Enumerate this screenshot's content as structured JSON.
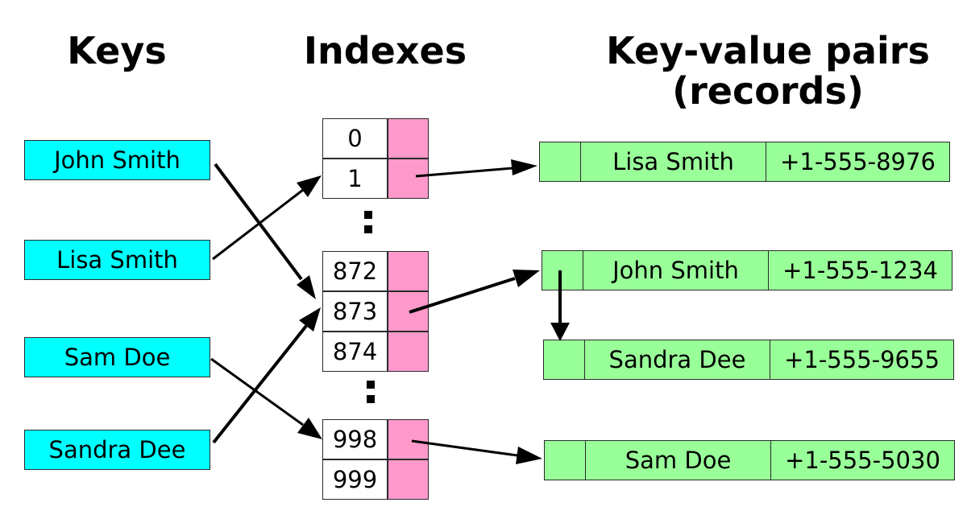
{
  "headers": {
    "keys": "Keys",
    "indexes": "Indexes",
    "pairs_line1": "Key-value pairs",
    "pairs_line2": "(records)"
  },
  "keys": [
    "John Smith",
    "Lisa Smith",
    "Sam Doe",
    "Sandra Dee"
  ],
  "index_groups": [
    [
      "0",
      "1"
    ],
    [
      "872",
      "873",
      "874"
    ],
    [
      "998",
      "999"
    ]
  ],
  "records": [
    {
      "name": "Lisa Smith",
      "phone": "+1-555-8976"
    },
    {
      "name": "John Smith",
      "phone": "+1-555-1234"
    },
    {
      "name": "Sandra Dee",
      "phone": "+1-555-9655"
    },
    {
      "name": "Sam Doe",
      "phone": "+1-555-5030"
    }
  ],
  "colors": {
    "key_box": "#00ffff",
    "index_pointer": "#ff99cc",
    "record_box": "#99ff99"
  }
}
